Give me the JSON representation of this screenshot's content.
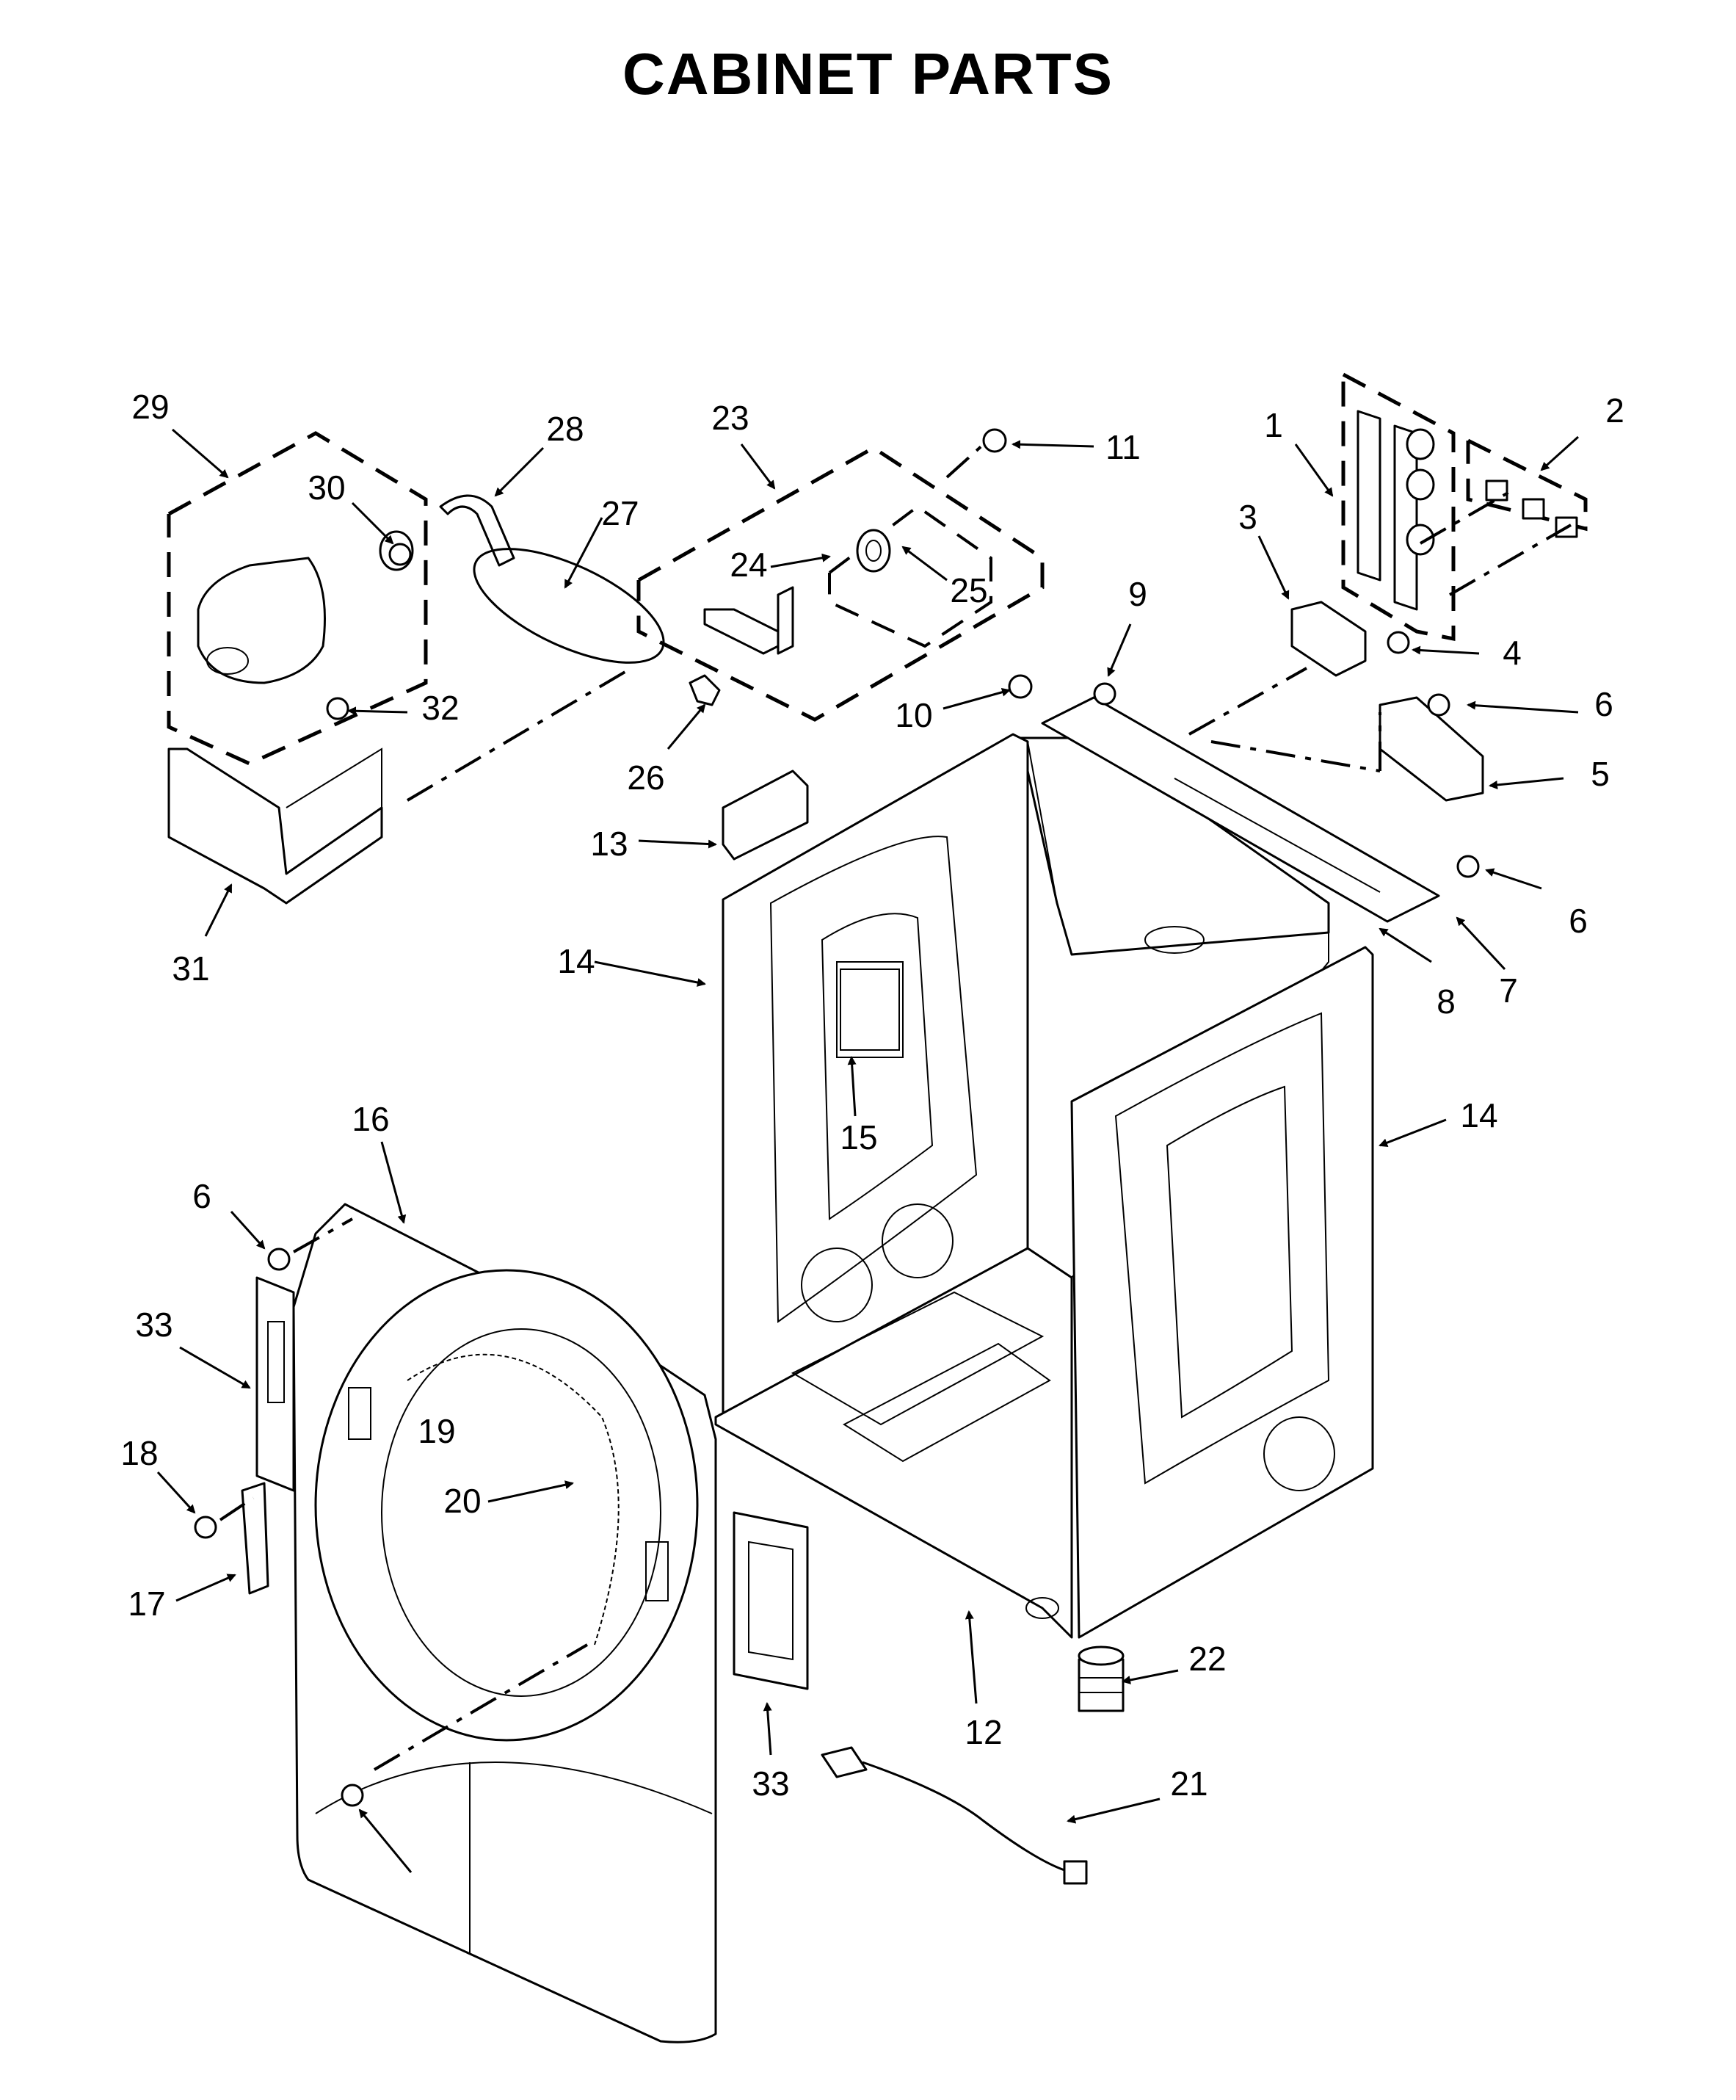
{
  "title": "CABINET PARTS",
  "callouts": [
    {
      "label": "1"
    },
    {
      "label": "2"
    },
    {
      "label": "3"
    },
    {
      "label": "4"
    },
    {
      "label": "5"
    },
    {
      "label": "6"
    },
    {
      "label": "6"
    },
    {
      "label": "6"
    },
    {
      "label": "7"
    },
    {
      "label": "8"
    },
    {
      "label": "9"
    },
    {
      "label": "10"
    },
    {
      "label": "11"
    },
    {
      "label": "12"
    },
    {
      "label": "13"
    },
    {
      "label": "14"
    },
    {
      "label": "14"
    },
    {
      "label": "15"
    },
    {
      "label": "16"
    },
    {
      "label": "17"
    },
    {
      "label": "18"
    },
    {
      "label": "19"
    },
    {
      "label": "20"
    },
    {
      "label": "21"
    },
    {
      "label": "22"
    },
    {
      "label": "23"
    },
    {
      "label": "24"
    },
    {
      "label": "25"
    },
    {
      "label": "26"
    },
    {
      "label": "27"
    },
    {
      "label": "28"
    },
    {
      "label": "29"
    },
    {
      "label": "30"
    },
    {
      "label": "31"
    },
    {
      "label": "32"
    },
    {
      "label": "33"
    },
    {
      "label": "33"
    }
  ]
}
